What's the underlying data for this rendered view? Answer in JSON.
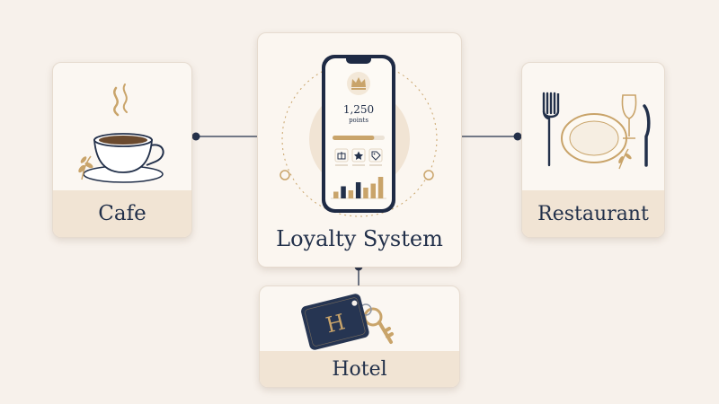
{
  "diagram": {
    "hub": {
      "title": "Loyalty System",
      "phone": {
        "points_value": "1,250",
        "points_unit": "points",
        "progress": 0.8,
        "icons": [
          "gift-icon",
          "star-icon",
          "tag-icon"
        ],
        "bar_values": [
          0.25,
          0.45,
          0.3,
          0.6,
          0.4,
          0.55,
          0.8
        ]
      }
    },
    "nodes": [
      {
        "label": "Cafe",
        "icon": "coffee-cup-icon"
      },
      {
        "label": "Restaurant",
        "icon": "plate-cutlery-icon"
      },
      {
        "label": "Hotel",
        "icon": "hotel-key-icon"
      }
    ]
  },
  "colors": {
    "background": "#f7f1eb",
    "navy": "#22304a",
    "gold": "#c9a46a",
    "band": "#f1e4d4"
  }
}
